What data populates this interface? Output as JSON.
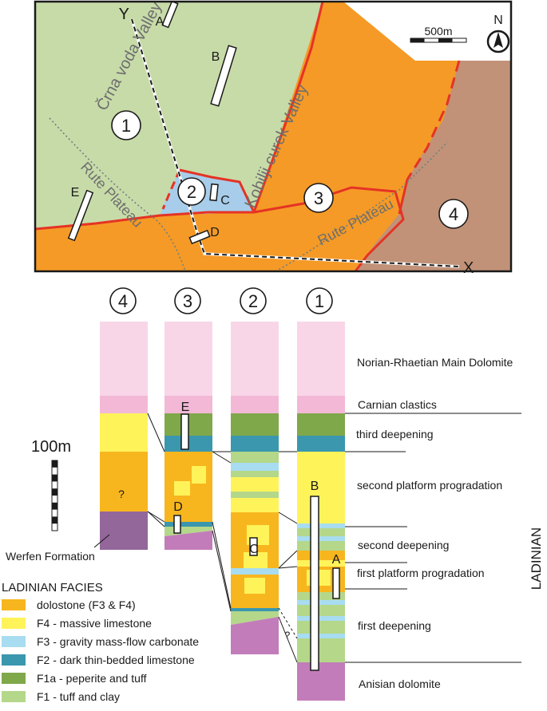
{
  "map": {
    "scale_label": "500m",
    "north_label": "N",
    "areas": [
      "1",
      "2",
      "3",
      "4"
    ],
    "valleys": {
      "crna_voda": "Črna voda Valley",
      "kobilji_curek": "Kobilji curek Valley",
      "rute_left": "Rute Plateau",
      "rute_right": "Rute Plateau"
    },
    "section_points": {
      "start": "Y",
      "end": "X"
    },
    "sample_labels": {
      "a": "A",
      "b": "B",
      "c": "C",
      "d": "D",
      "e": "E"
    }
  },
  "columns": {
    "headers": [
      "4",
      "3",
      "2",
      "1"
    ],
    "question_mark_left": "?",
    "question_mark_mid": "?",
    "samples": {
      "a": "A",
      "b": "B",
      "c": "C",
      "d": "D",
      "e": "E"
    }
  },
  "scale_bar": {
    "label": "100m"
  },
  "werfen_label": "Werfen Formation",
  "units": {
    "norian": "Norian-Rhaetian Main Dolomite",
    "carnian": "Carnian clastics",
    "third_deepening": "third deepening",
    "second_platform": "second platform progradation",
    "second_deepening": "second deepening",
    "first_platform": "first platform progradation",
    "first_deepening": "first deepening",
    "anisian": "Anisian dolomite"
  },
  "stage_label": "LADINIAN",
  "legend": {
    "title": "LADINIAN FACIES",
    "items": [
      {
        "label": "dolostone (F3 & F4)",
        "color": "#f7b61e"
      },
      {
        "label": "F4 - massive limestone",
        "color": "#fff35a"
      },
      {
        "label": "F3 - gravity mass-flow carbonate",
        "color": "#a8dcf0"
      },
      {
        "label": "F2 - dark thin-bedded limestone",
        "color": "#3a97ae"
      },
      {
        "label": "F1a - peperite and tuff",
        "color": "#7fa84a"
      },
      {
        "label": "F1 - tuff and clay",
        "color": "#b4d78a"
      }
    ]
  },
  "colors": {
    "map_green": "#c7dba8",
    "map_orange": "#f59a26",
    "map_brown": "#c19278",
    "map_blue": "#a7cdea",
    "fault_red": "#e53325",
    "norian_pink": "#f8d6e8",
    "carnian_pink": "#f3b8d6",
    "anisian_purple": "#c37cba",
    "werfen_purple": "#93679a"
  }
}
